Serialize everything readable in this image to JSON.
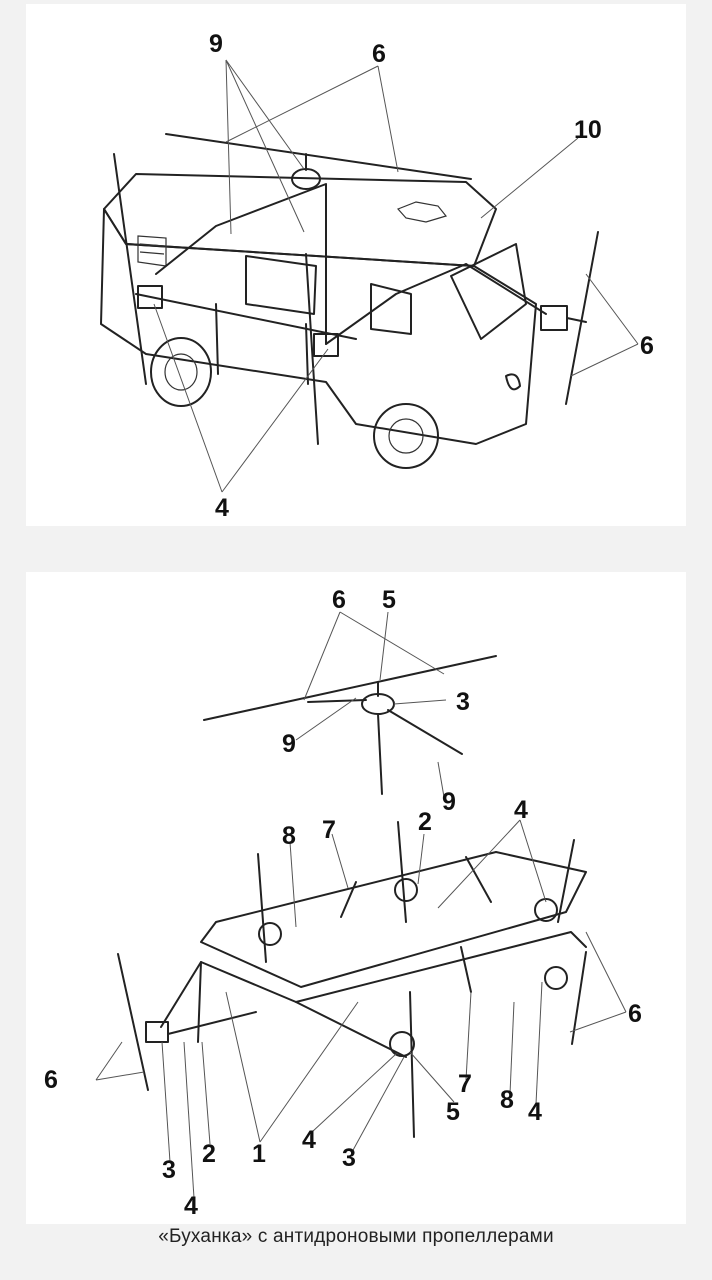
{
  "top_labels": {
    "l9": "9",
    "l6a": "6",
    "l10": "10",
    "l6b": "6",
    "l4": "4"
  },
  "bottom_labels": {
    "l6top": "6",
    "l5top": "5",
    "l3top": "3",
    "l9a": "9",
    "l9b": "9",
    "l8a": "8",
    "l7a": "7",
    "l2a": "2",
    "l4a": "4",
    "l6right": "6",
    "l6left": "6",
    "l7b": "7",
    "l8b": "8",
    "l4b": "4",
    "l5b": "5",
    "l4c": "4",
    "l3b": "3",
    "l1": "1",
    "l2b": "2",
    "l3c": "3",
    "l4d": "4"
  },
  "caption": "«Буханка» с антидроновыми пропеллерами"
}
